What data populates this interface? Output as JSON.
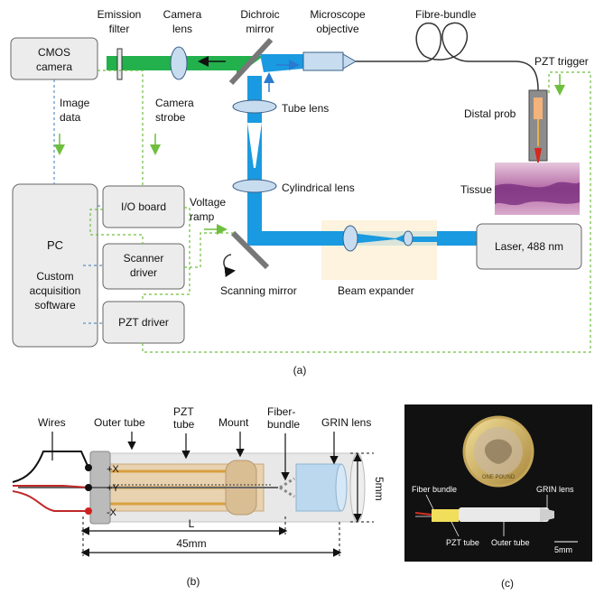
{
  "panel_a": {
    "caption": "(a)",
    "boxes": {
      "cmos": [
        "CMOS",
        "camera"
      ],
      "pc_title": "PC",
      "pc_sub": [
        "Custom",
        "acquisition",
        "software"
      ],
      "io_board": "I/O board",
      "scanner_driver": [
        "Scanner",
        "driver"
      ],
      "pzt_driver": "PZT driver",
      "laser": "Laser, 488 nm"
    },
    "labels": {
      "emission_filter": [
        "Emission",
        "filter"
      ],
      "camera_lens": [
        "Camera",
        "lens"
      ],
      "dichroic_mirror": [
        "Dichroic",
        "mirror"
      ],
      "microscope_objective": [
        "Microscope",
        "objective"
      ],
      "fibre_bundle": "Fibre-bundle",
      "pzt_trigger": "PZT trigger",
      "image_data": [
        "Image",
        "data"
      ],
      "camera_strobe": [
        "Camera",
        "strobe"
      ],
      "tube_lens": "Tube lens",
      "distal_probe": "Distal prob",
      "tissue": "Tissue",
      "cylindrical_lens": "Cylindrical lens",
      "voltage_ramp": [
        "Voltage",
        "ramp"
      ],
      "scanning_mirror": "Scanning mirror",
      "beam_expander": "Beam expander"
    }
  },
  "panel_b": {
    "caption": "(b)",
    "labels": {
      "wires": "Wires",
      "outer_tube": "Outer tube",
      "pzt_tube": [
        "PZT",
        "tube"
      ],
      "mount": "Mount",
      "fiber_bundle": [
        "Fiber-",
        "bundle"
      ],
      "grin_lens": "GRIN lens",
      "plus_x": "+X",
      "plus_y": "+Y",
      "minus_x": "-X",
      "length_l": "L",
      "length_45": "45mm",
      "diameter": "5mm"
    }
  },
  "panel_c": {
    "caption": "(c)",
    "coin_text": "ONE POUND",
    "labels": {
      "fiber_bundle": "Fiber bundle",
      "grin_lens": "GRIN lens",
      "pzt_tube": "PZT tube",
      "outer_tube": "Outer tube",
      "scale": "5mm"
    }
  },
  "colors": {
    "green_beam": "#22b14c",
    "blue_beam": "#1a9ae0",
    "lens_fill": "#c8dcf0",
    "dashed_green": "#6fbf3f",
    "dashed_blue": "#5a8fc4",
    "tube_fill": "#e8d2b0",
    "grin_fill": "#bcd8ee",
    "photo_bg": "#111111"
  }
}
